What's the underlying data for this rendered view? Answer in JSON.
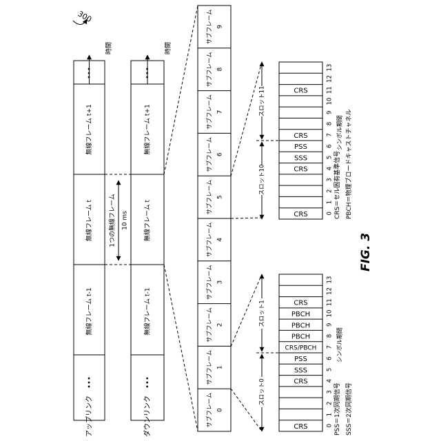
{
  "figure": {
    "ref_number": "300",
    "fig_label": "FIG. 3"
  },
  "timelines": {
    "uplink_label": "アップリンク",
    "downlink_label": "ダウンリンク",
    "time_label": "時間",
    "ellipsis": "•••",
    "frames": [
      "無線フレーム t-1",
      "無線フレーム t",
      "無線フレーム t+1"
    ],
    "frame_duration_label": "1つの無線フレーム",
    "frame_duration_value": "10 ms"
  },
  "subframes": {
    "label": "サブフレーム",
    "indices": [
      "0",
      "1",
      "2",
      "3",
      "4",
      "5",
      "6",
      "7",
      "8",
      "9"
    ]
  },
  "slot_grids": [
    {
      "slot_labels": [
        "スロット0",
        "スロット1"
      ],
      "symbols": [
        "0",
        "1",
        "2",
        "3",
        "4",
        "5",
        "6",
        "7",
        "8",
        "9",
        "10",
        "11",
        "12",
        "13"
      ],
      "cells": {
        "0": "CRS",
        "4": "CRS",
        "5": "SSS",
        "6": "PSS",
        "7": "CRS/PBCH",
        "8": "PBCH",
        "9": "PBCH",
        "10": "PBCH",
        "11": "CRS"
      },
      "axis_label": "シンボル期間"
    },
    {
      "slot_labels": [
        "スロット10",
        "スロット11"
      ],
      "symbols": [
        "0",
        "1",
        "2",
        "3",
        "4",
        "5",
        "6",
        "7",
        "8",
        "9",
        "10",
        "11",
        "12",
        "13"
      ],
      "cells": {
        "0": "CRS",
        "4": "CRS",
        "5": "SSS",
        "6": "PSS",
        "7": "CRS",
        "11": "CRS"
      },
      "axis_label": "シンボル期間"
    }
  ],
  "legend": {
    "left": [
      "PSS＝1次同期信号",
      "SSS＝2次同期信号"
    ],
    "right": [
      "CRS＝セル固有基準信号",
      "PBCH＝物理ブロードキャストチャネル"
    ]
  }
}
